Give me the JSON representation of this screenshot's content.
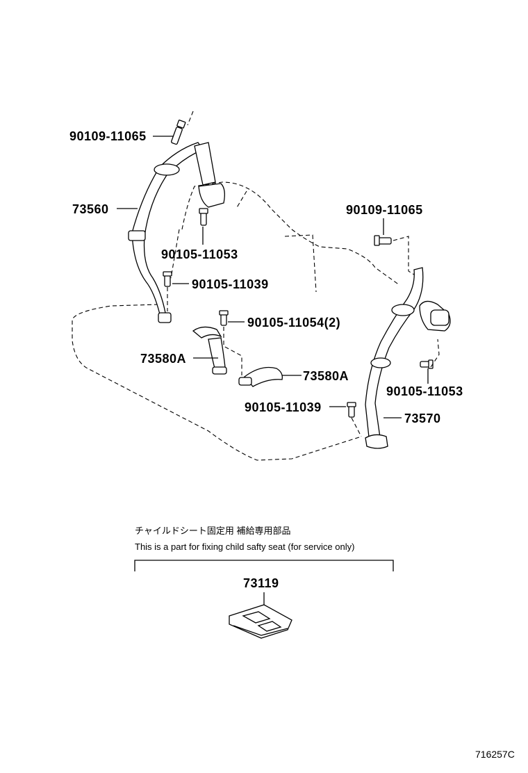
{
  "callouts": {
    "bolt_top_left": "90109-11065",
    "belt_left": "73560",
    "bolt_retractor_left": "90105-11053",
    "bolt_anchor_left": "90105-11039",
    "bolt_buckle": "90105-11054(2)",
    "buckle_left": "73580A",
    "buckle_right": "73580A",
    "bolt_top_right": "90109-11065",
    "bolt_retractor_right": "90105-11053",
    "bolt_anchor_right": "90105-11039",
    "belt_right": "73570"
  },
  "service_note": {
    "japanese": "チャイルドシート固定用  補給専用部品",
    "english": "This is a part for fixing child safty seat (for service only)",
    "part_number": "73119"
  },
  "reference_code": "716257C"
}
